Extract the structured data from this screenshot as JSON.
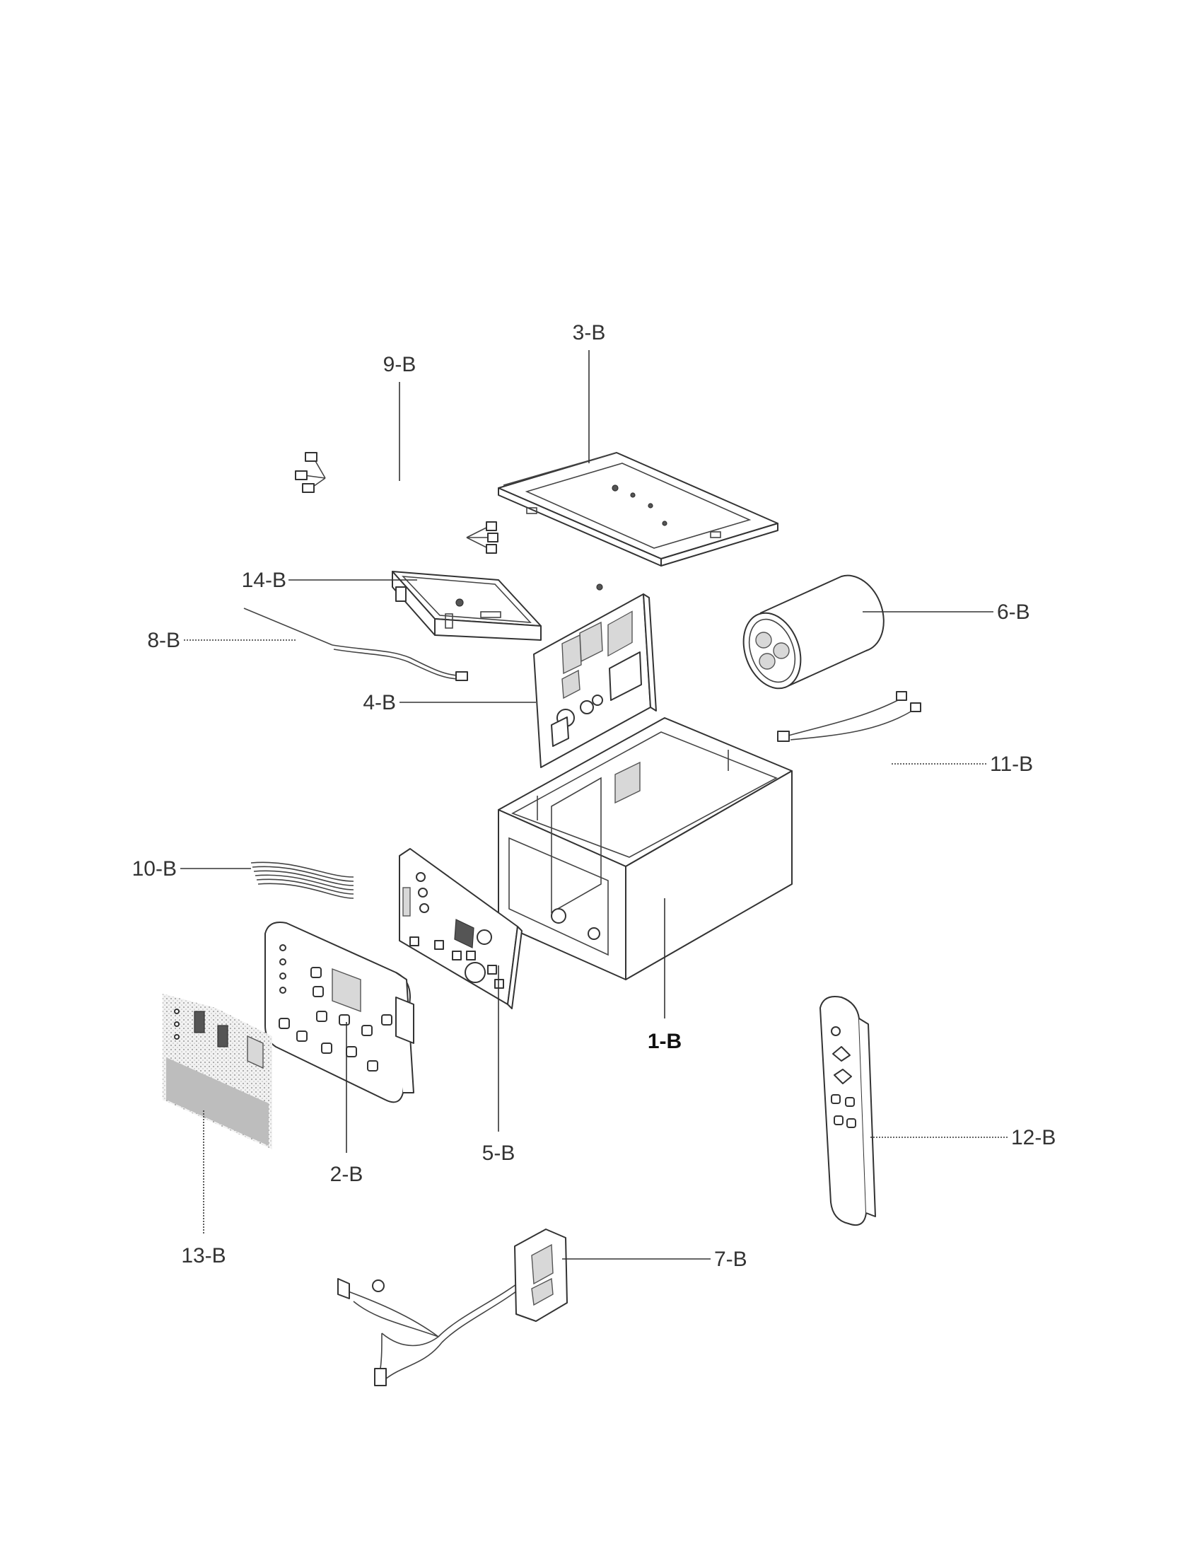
{
  "callouts": [
    {
      "id": "3-B",
      "label": "3-B",
      "bold": false
    },
    {
      "id": "9-B",
      "label": "9-B",
      "bold": false
    },
    {
      "id": "14-B",
      "label": "14-B",
      "bold": false
    },
    {
      "id": "6-B",
      "label": "6-B",
      "bold": false
    },
    {
      "id": "8-B",
      "label": "8-B",
      "bold": false
    },
    {
      "id": "4-B",
      "label": "4-B",
      "bold": false
    },
    {
      "id": "11-B",
      "label": "11-B",
      "bold": false
    },
    {
      "id": "10-B",
      "label": "10-B",
      "bold": false
    },
    {
      "id": "1-B",
      "label": "1-B",
      "bold": true
    },
    {
      "id": "5-B",
      "label": "5-B",
      "bold": false
    },
    {
      "id": "2-B",
      "label": "2-B",
      "bold": false
    },
    {
      "id": "12-B",
      "label": "12-B",
      "bold": false
    },
    {
      "id": "13-B",
      "label": "13-B",
      "bold": false
    },
    {
      "id": "7-B",
      "label": "7-B",
      "bold": false
    }
  ],
  "colors": {
    "line": "#333333",
    "paper": "#ffffff",
    "shade": "#d8d8d8"
  }
}
